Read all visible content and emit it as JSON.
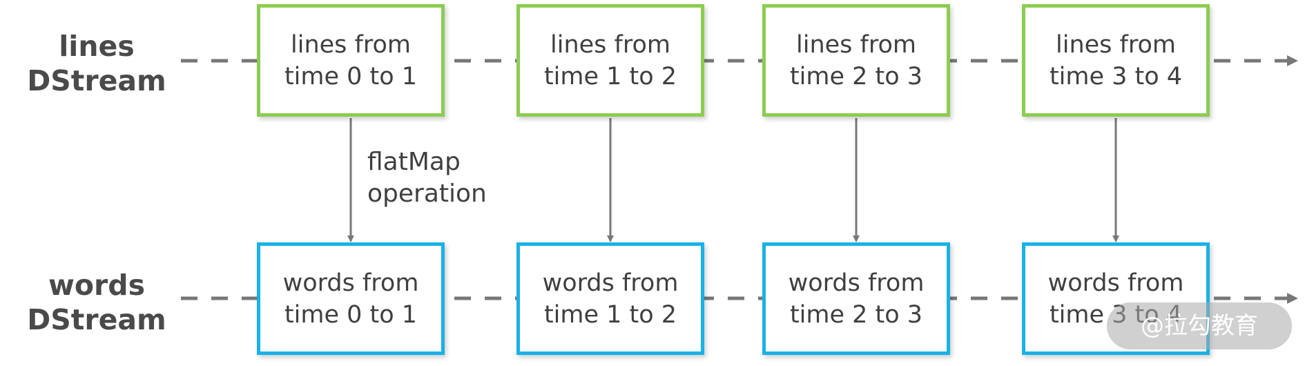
{
  "rows": {
    "lines": {
      "label_line1": "lines",
      "label_line2": "DStream",
      "color": "#8ccc52"
    },
    "words": {
      "label_line1": "words",
      "label_line2": "DStream",
      "color": "#18b2e6"
    }
  },
  "line_boxes": [
    {
      "line1": "lines from",
      "line2": "time 0 to 1"
    },
    {
      "line1": "lines from",
      "line2": "time 1 to 2"
    },
    {
      "line1": "lines from",
      "line2": "time 2 to 3"
    },
    {
      "line1": "lines from",
      "line2": "time 3 to 4"
    }
  ],
  "word_boxes": [
    {
      "line1": "words from",
      "line2": "time 0 to 1"
    },
    {
      "line1": "words from",
      "line2": "time 1 to 2"
    },
    {
      "line1": "words from",
      "line2": "time 2 to 3"
    },
    {
      "line1": "words from",
      "line2": "time 3 to 4"
    }
  ],
  "operation": {
    "line1": "flatMap",
    "line2": "operation"
  },
  "watermark": "@拉勾教育",
  "colors": {
    "text": "#3f3f3f",
    "connector": "#777777"
  }
}
